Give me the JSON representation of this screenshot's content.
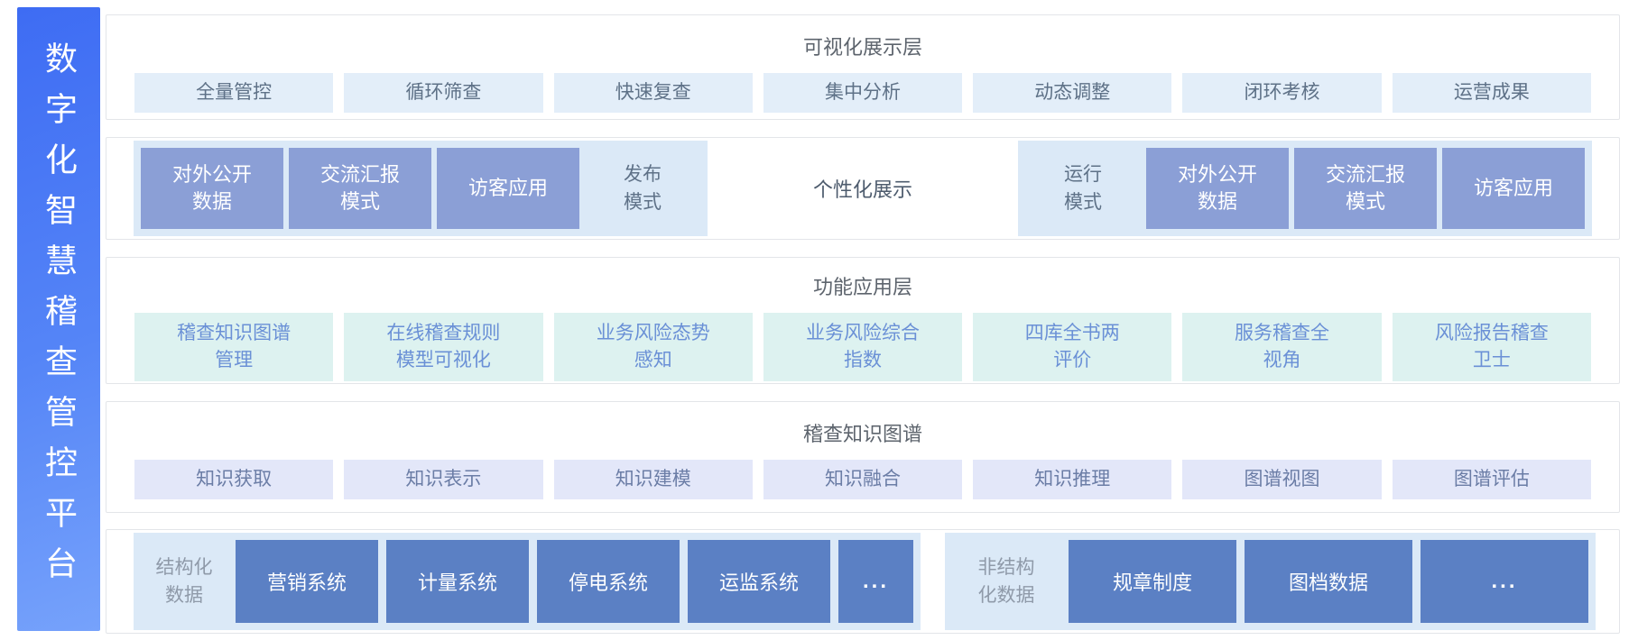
{
  "platform": {
    "title": "数字化智慧稽查管控平台"
  },
  "colors": {
    "sidebar_gradient_start": "#3e6cf3",
    "sidebar_gradient_end": "#76a2fb",
    "panel_light_blue": "#dbe9f7",
    "chip_blue": "#e3eef9",
    "chip_mint": "#ddf2f0",
    "chip_lavender": "#e3e7f9",
    "box_periwinkle": "#8b9fd6",
    "box_deep_blue": "#5b80c4",
    "title_gray": "#5d646d",
    "chip_text_slate": "#5e7187",
    "chip_text_blue": "#6a90d6"
  },
  "layers": {
    "visualization": {
      "title": "可视化展示层",
      "items": [
        "全量管控",
        "循环筛查",
        "快速复查",
        "集中分析",
        "动态调整",
        "闭环考核",
        "运营成果"
      ]
    },
    "display_modes": {
      "publish": {
        "label": "发布\n模式",
        "items": [
          "对外公开\n数据",
          "交流汇报\n模式",
          "访客应用"
        ]
      },
      "center_label": "个性化展示",
      "run": {
        "label": "运行\n模式",
        "items": [
          "对外公开\n数据",
          "交流汇报\n模式",
          "访客应用"
        ]
      }
    },
    "function": {
      "title": "功能应用层",
      "items": [
        "稽查知识图谱\n管理",
        "在线稽查规则\n模型可视化",
        "业务风险态势\n感知",
        "业务风险综合\n指数",
        "四库全书两\n评价",
        "服务稽查全\n视角",
        "风险报告稽查\n卫士"
      ]
    },
    "knowledge_graph": {
      "title": "稽查知识图谱",
      "items": [
        "知识获取",
        "知识表示",
        "知识建模",
        "知识融合",
        "知识推理",
        "图谱视图",
        "图谱评估"
      ]
    },
    "data_sources": {
      "structured": {
        "label": "结构化\n数据",
        "items": [
          "营销系统",
          "计量系统",
          "停电系统",
          "运监系统"
        ],
        "more": "..."
      },
      "unstructured": {
        "label": "非结构\n化数据",
        "items": [
          "规章制度",
          "图档数据"
        ],
        "more": "..."
      }
    }
  }
}
